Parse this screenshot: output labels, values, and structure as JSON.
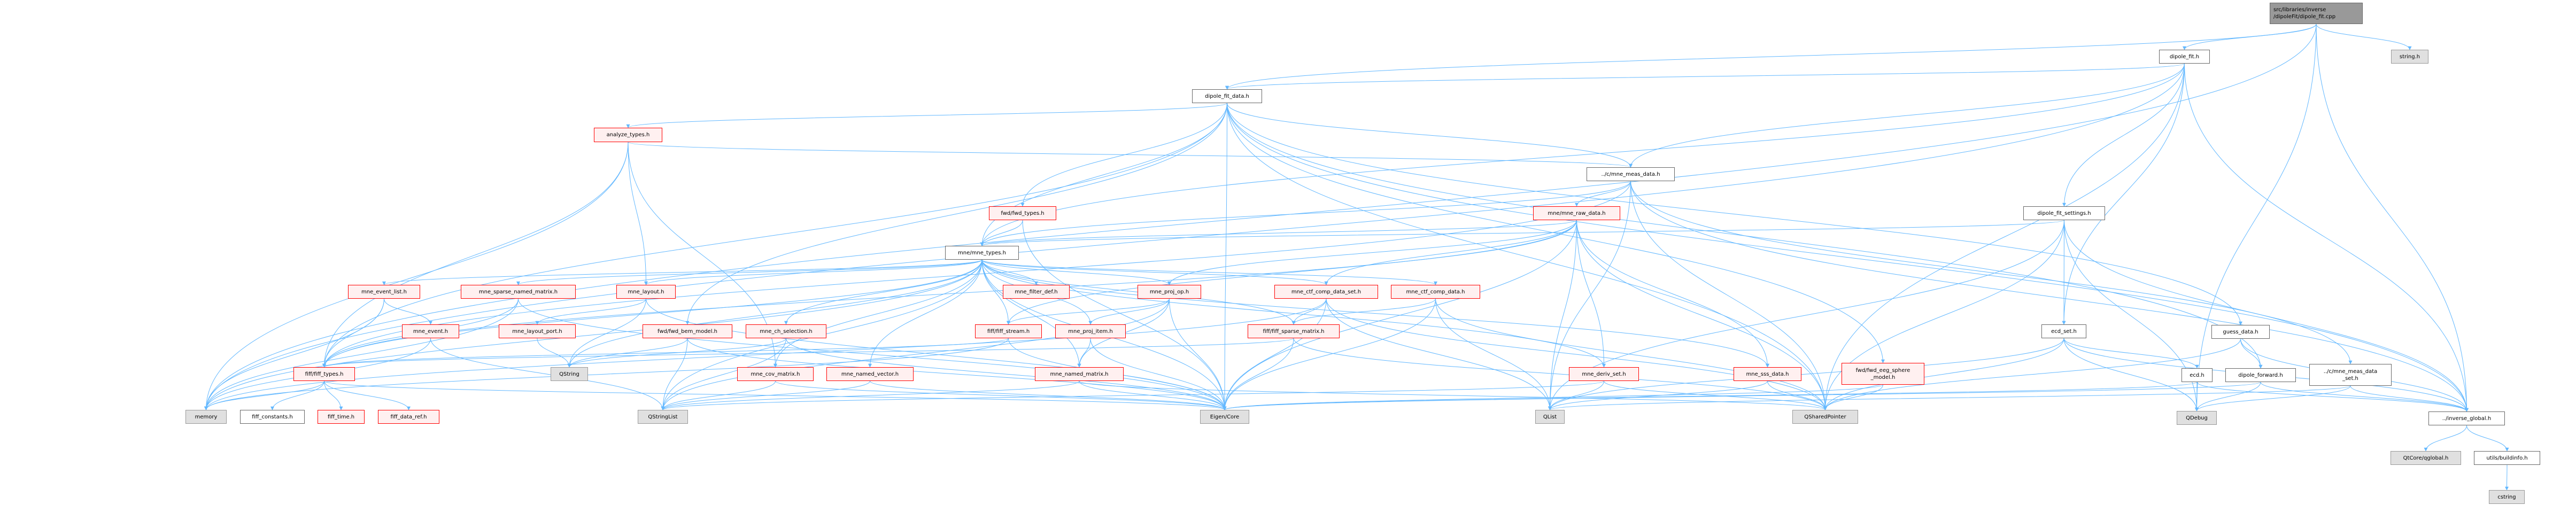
{
  "colors": {
    "edge": "#63B8FF",
    "red_border": "#FF0000",
    "red_fill": "#FFF0F0",
    "gray_fill": "#E0E0E0",
    "root_fill": "#999999"
  },
  "nodes": [
    {
      "id": "root",
      "label": "src/libraries/inverse\n/dipoleFit/dipole_fit.cpp",
      "kind": "root"
    },
    {
      "id": "dipole_fit_h",
      "label": "dipole_fit.h",
      "kind": "white"
    },
    {
      "id": "string_h",
      "label": "string.h",
      "kind": "gray"
    },
    {
      "id": "dipole_fit_data",
      "label": "dipole_fit_data.h",
      "kind": "white"
    },
    {
      "id": "analyze_types",
      "label": "analyze_types.h",
      "kind": "red"
    },
    {
      "id": "mne_meas_data",
      "label": "../c/mne_meas_data.h",
      "kind": "white"
    },
    {
      "id": "fwd_types",
      "label": "fwd/fwd_types.h",
      "kind": "red"
    },
    {
      "id": "mne_raw_data",
      "label": "mne/mne_raw_data.h",
      "kind": "red"
    },
    {
      "id": "dipole_fit_settings",
      "label": "dipole_fit_settings.h",
      "kind": "white"
    },
    {
      "id": "mne_types",
      "label": "mne/mne_types.h",
      "kind": "white"
    },
    {
      "id": "mne_event_list",
      "label": "mne_event_list.h",
      "kind": "red"
    },
    {
      "id": "mne_sparse_named_matrix",
      "label": "mne_sparse_named_matrix.h",
      "kind": "red"
    },
    {
      "id": "mne_layout",
      "label": "mne_layout.h",
      "kind": "red"
    },
    {
      "id": "mne_filter_def",
      "label": "mne_filter_def.h",
      "kind": "red"
    },
    {
      "id": "mne_proj_op",
      "label": "mne_proj_op.h",
      "kind": "red"
    },
    {
      "id": "mne_ctf_comp_data_set",
      "label": "mne_ctf_comp_data_set.h",
      "kind": "red"
    },
    {
      "id": "mne_ctf_comp_data",
      "label": "mne_ctf_comp_data.h",
      "kind": "red"
    },
    {
      "id": "mne_event",
      "label": "mne_event.h",
      "kind": "red"
    },
    {
      "id": "mne_layout_port",
      "label": "mne_layout_port.h",
      "kind": "red"
    },
    {
      "id": "fwd_bem_model",
      "label": "fwd/fwd_bem_model.h",
      "kind": "red"
    },
    {
      "id": "mne_ch_selection",
      "label": "mne_ch_selection.h",
      "kind": "red"
    },
    {
      "id": "fiff_stream",
      "label": "fiff/fiff_stream.h",
      "kind": "red"
    },
    {
      "id": "mne_proj_item",
      "label": "mne_proj_item.h",
      "kind": "red"
    },
    {
      "id": "fiff_sparse_matrix",
      "label": "fiff/fiff_sparse_matrix.h",
      "kind": "red"
    },
    {
      "id": "ecd_set",
      "label": "ecd_set.h",
      "kind": "white"
    },
    {
      "id": "guess_data",
      "label": "guess_data.h",
      "kind": "white"
    },
    {
      "id": "fiff_types",
      "label": "fiff/fiff_types.h",
      "kind": "red"
    },
    {
      "id": "QString",
      "label": "QString",
      "kind": "gray"
    },
    {
      "id": "mne_cov_matrix",
      "label": "mne_cov_matrix.h",
      "kind": "red"
    },
    {
      "id": "mne_named_vector",
      "label": "mne_named_vector.h",
      "kind": "red"
    },
    {
      "id": "mne_named_matrix",
      "label": "mne_named_matrix.h",
      "kind": "red"
    },
    {
      "id": "mne_deriv_set",
      "label": "mne_deriv_set.h",
      "kind": "red"
    },
    {
      "id": "mne_sss_data",
      "label": "mne_sss_data.h",
      "kind": "red"
    },
    {
      "id": "fwd_eeg_sphere_model",
      "label": "fwd/fwd_eeg_sphere\n_model.h",
      "kind": "red"
    },
    {
      "id": "ecd",
      "label": "ecd.h",
      "kind": "white"
    },
    {
      "id": "dipole_forward",
      "label": "dipole_forward.h",
      "kind": "white"
    },
    {
      "id": "mne_meas_data_set",
      "label": "../c/mne_meas_data\n_set.h",
      "kind": "white"
    },
    {
      "id": "memory",
      "label": "memory",
      "kind": "gray"
    },
    {
      "id": "fiff_constants",
      "label": "fiff_constants.h",
      "kind": "white"
    },
    {
      "id": "fiff_time",
      "label": "fiff_time.h",
      "kind": "red"
    },
    {
      "id": "fiff_data_ref",
      "label": "fiff_data_ref.h",
      "kind": "red"
    },
    {
      "id": "QStringList",
      "label": "QStringList",
      "kind": "gray"
    },
    {
      "id": "Eigen_Core",
      "label": "Eigen/Core",
      "kind": "gray"
    },
    {
      "id": "QList",
      "label": "QList",
      "kind": "gray"
    },
    {
      "id": "QSharedPointer",
      "label": "QSharedPointer",
      "kind": "gray"
    },
    {
      "id": "QDebug",
      "label": "QDebug",
      "kind": "gray"
    },
    {
      "id": "inverse_global",
      "label": "../inverse_global.h",
      "kind": "white"
    },
    {
      "id": "qglobal",
      "label": "QtCore/qglobal.h",
      "kind": "gray"
    },
    {
      "id": "buildinfo",
      "label": "utils/buildinfo.h",
      "kind": "white"
    },
    {
      "id": "cstring",
      "label": "cstring",
      "kind": "gray"
    }
  ],
  "edges": [
    [
      "root",
      "dipole_fit_h"
    ],
    [
      "root",
      "string_h"
    ],
    [
      "root",
      "memory"
    ],
    [
      "root",
      "dipole_fit_data"
    ],
    [
      "root",
      "QDebug"
    ],
    [
      "root",
      "inverse_global"
    ],
    [
      "dipole_fit_h",
      "dipole_fit_data"
    ],
    [
      "dipole_fit_h",
      "mne_meas_data"
    ],
    [
      "dipole_fit_h",
      "dipole_fit_settings"
    ],
    [
      "dipole_fit_h",
      "ecd_set"
    ],
    [
      "dipole_fit_h",
      "inverse_global"
    ],
    [
      "dipole_fit_h",
      "mne_types"
    ],
    [
      "dipole_fit_h",
      "QSharedPointer"
    ],
    [
      "dipole_fit_h",
      "memory"
    ],
    [
      "dipole_fit_data",
      "analyze_types"
    ],
    [
      "dipole_fit_data",
      "fwd_types"
    ],
    [
      "dipole_fit_data",
      "mne_meas_data"
    ],
    [
      "dipole_fit_data",
      "fiff_types"
    ],
    [
      "dipole_fit_data",
      "fwd_bem_model"
    ],
    [
      "dipole_fit_data",
      "fwd_eeg_sphere_model"
    ],
    [
      "dipole_fit_data",
      "dipole_forward"
    ],
    [
      "dipole_fit_data",
      "guess_data"
    ],
    [
      "dipole_fit_data",
      "Eigen_Core"
    ],
    [
      "dipole_fit_data",
      "QSharedPointer"
    ],
    [
      "dipole_fit_data",
      "inverse_global"
    ],
    [
      "dipole_fit_data",
      "mne_types"
    ],
    [
      "analyze_types",
      "mne_meas_data"
    ],
    [
      "analyze_types",
      "mne_layout"
    ],
    [
      "analyze_types",
      "mne_cov_matrix"
    ],
    [
      "analyze_types",
      "memory"
    ],
    [
      "analyze_types",
      "fiff_types"
    ],
    [
      "mne_meas_data",
      "mne_raw_data"
    ],
    [
      "mne_meas_data",
      "mne_types"
    ],
    [
      "mne_meas_data",
      "mne_meas_data_set"
    ],
    [
      "mne_meas_data",
      "inverse_global"
    ],
    [
      "mne_meas_data",
      "fiff_types"
    ],
    [
      "mne_meas_data",
      "QList"
    ],
    [
      "mne_meas_data",
      "QSharedPointer"
    ],
    [
      "fwd_types",
      "mne_types"
    ],
    [
      "fwd_types",
      "Eigen_Core"
    ],
    [
      "mne_raw_data",
      "mne_types"
    ],
    [
      "mne_raw_data",
      "mne_ctf_comp_data_set"
    ],
    [
      "mne_raw_data",
      "mne_deriv_set"
    ],
    [
      "mne_raw_data",
      "mne_sss_data"
    ],
    [
      "mne_raw_data",
      "fiff_stream"
    ],
    [
      "mne_raw_data",
      "mne_proj_op"
    ],
    [
      "mne_raw_data",
      "QList"
    ],
    [
      "mne_raw_data",
      "QSharedPointer"
    ],
    [
      "mne_raw_data",
      "Eigen_Core"
    ],
    [
      "mne_raw_data",
      "fiff_types"
    ],
    [
      "dipole_fit_settings",
      "mne_types"
    ],
    [
      "dipole_fit_settings",
      "ecd_set"
    ],
    [
      "dipole_fit_settings",
      "inverse_global"
    ],
    [
      "dipole_fit_settings",
      "QSharedPointer"
    ],
    [
      "dipole_fit_settings",
      "QList"
    ],
    [
      "dipole_fit_settings",
      "QDebug"
    ],
    [
      "mne_types",
      "mne_event_list"
    ],
    [
      "mne_types",
      "mne_sparse_named_matrix"
    ],
    [
      "mne_types",
      "mne_layout"
    ],
    [
      "mne_types",
      "mne_filter_def"
    ],
    [
      "mne_types",
      "mne_proj_op"
    ],
    [
      "mne_types",
      "mne_ctf_comp_data_set"
    ],
    [
      "mne_types",
      "mne_ctf_comp_data"
    ],
    [
      "mne_types",
      "fiff_stream"
    ],
    [
      "mne_types",
      "mne_proj_item"
    ],
    [
      "mne_types",
      "fiff_sparse_matrix"
    ],
    [
      "mne_types",
      "mne_named_vector"
    ],
    [
      "mne_types",
      "mne_named_matrix"
    ],
    [
      "mne_types",
      "mne_ch_selection"
    ],
    [
      "mne_types",
      "mne_cov_matrix"
    ],
    [
      "mne_types",
      "mne_deriv_set"
    ],
    [
      "mne_types",
      "mne_sss_data"
    ],
    [
      "mne_types",
      "fiff_types"
    ],
    [
      "mne_types",
      "Eigen_Core"
    ],
    [
      "mne_types",
      "memory"
    ],
    [
      "mne_types",
      "QString"
    ],
    [
      "mne_types",
      "QStringList"
    ],
    [
      "mne_event_list",
      "mne_event"
    ],
    [
      "mne_event_list",
      "fiff_types"
    ],
    [
      "mne_event_list",
      "memory"
    ],
    [
      "mne_event",
      "QStringList"
    ],
    [
      "mne_event",
      "memory"
    ],
    [
      "mne_sparse_named_matrix",
      "fiff_types"
    ],
    [
      "mne_sparse_named_matrix",
      "Eigen_Core"
    ],
    [
      "mne_sparse_named_matrix",
      "memory"
    ],
    [
      "mne_layout",
      "mne_layout_port"
    ],
    [
      "mne_layout",
      "QString"
    ],
    [
      "mne_layout",
      "Eigen_Core"
    ],
    [
      "mne_layout_port",
      "QString"
    ],
    [
      "fwd_bem_model",
      "QString"
    ],
    [
      "fwd_bem_model",
      "QStringList"
    ],
    [
      "fwd_bem_model",
      "Eigen_Core"
    ],
    [
      "mne_ch_selection",
      "QString"
    ],
    [
      "mne_ch_selection",
      "QStringList"
    ],
    [
      "mne_ch_selection",
      "Eigen_Core"
    ],
    [
      "fiff_stream",
      "fiff_types"
    ],
    [
      "fiff_stream",
      "memory"
    ],
    [
      "fiff_stream",
      "Eigen_Core"
    ],
    [
      "mne_proj_op",
      "mne_proj_item"
    ],
    [
      "mne_proj_op",
      "mne_named_matrix"
    ],
    [
      "mne_proj_op",
      "fiff_stream"
    ],
    [
      "mne_proj_op",
      "Eigen_Core"
    ],
    [
      "mne_proj_op",
      "QStringList"
    ],
    [
      "mne_proj_item",
      "mne_named_matrix"
    ],
    [
      "mne_proj_item",
      "Eigen_Core"
    ],
    [
      "mne_ctf_comp_data_set",
      "fiff_sparse_matrix"
    ],
    [
      "mne_ctf_comp_data_set",
      "QList"
    ],
    [
      "mne_ctf_comp_data_set",
      "QSharedPointer"
    ],
    [
      "mne_ctf_comp_data_set",
      "Eigen_Core"
    ],
    [
      "mne_ctf_comp_data_set",
      "memory"
    ],
    [
      "mne_ctf_comp_data",
      "fiff_sparse_matrix"
    ],
    [
      "mne_ctf_comp_data",
      "QList"
    ],
    [
      "mne_ctf_comp_data",
      "Eigen_Core"
    ],
    [
      "mne_ctf_comp_data",
      "QSharedPointer"
    ],
    [
      "fiff_sparse_matrix",
      "fiff_types"
    ],
    [
      "fiff_sparse_matrix",
      "Eigen_Core"
    ],
    [
      "fiff_sparse_matrix",
      "QSharedPointer"
    ],
    [
      "mne_named_vector",
      "QStringList"
    ],
    [
      "mne_named_vector",
      "Eigen_Core"
    ],
    [
      "mne_named_matrix",
      "Eigen_Core"
    ],
    [
      "mne_named_matrix",
      "QStringList"
    ],
    [
      "mne_named_matrix",
      "QSharedPointer"
    ],
    [
      "mne_cov_matrix",
      "QStringList"
    ],
    [
      "mne_cov_matrix",
      "Eigen_Core"
    ],
    [
      "mne_deriv_set",
      "QList"
    ],
    [
      "mne_deriv_set",
      "QStringList"
    ],
    [
      "mne_deriv_set",
      "QSharedPointer"
    ],
    [
      "mne_sss_data",
      "QSharedPointer"
    ],
    [
      "mne_sss_data",
      "QList"
    ],
    [
      "fwd_eeg_sphere_model",
      "QSharedPointer"
    ],
    [
      "fwd_eeg_sphere_model",
      "Eigen_Core"
    ],
    [
      "ecd_set",
      "ecd"
    ],
    [
      "ecd_set",
      "QSharedPointer"
    ],
    [
      "ecd_set",
      "inverse_global"
    ],
    [
      "ecd_set",
      "QDebug"
    ],
    [
      "ecd_set",
      "QList"
    ],
    [
      "ecd",
      "QDebug"
    ],
    [
      "ecd",
      "inverse_global"
    ],
    [
      "ecd",
      "Eigen_Core"
    ],
    [
      "guess_data",
      "dipole_forward"
    ],
    [
      "guess_data",
      "inverse_global"
    ],
    [
      "guess_data",
      "QSharedPointer"
    ],
    [
      "dipole_forward",
      "QDebug"
    ],
    [
      "dipole_forward",
      "inverse_global"
    ],
    [
      "dipole_forward",
      "Eigen_Core"
    ],
    [
      "mne_meas_data_set",
      "QDebug"
    ],
    [
      "mne_meas_data_set",
      "inverse_global"
    ],
    [
      "mne_meas_data_set",
      "QList"
    ],
    [
      "fiff_types",
      "memory"
    ],
    [
      "fiff_types",
      "fiff_constants"
    ],
    [
      "fiff_types",
      "fiff_time"
    ],
    [
      "fiff_types",
      "fiff_data_ref"
    ],
    [
      "fiff_types",
      "Eigen_Core"
    ],
    [
      "inverse_global",
      "qglobal"
    ],
    [
      "inverse_global",
      "buildinfo"
    ],
    [
      "buildinfo",
      "cstring"
    ]
  ]
}
